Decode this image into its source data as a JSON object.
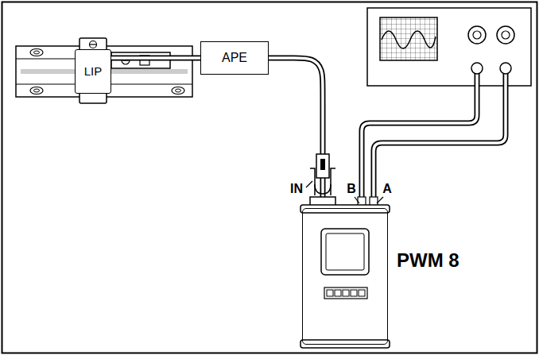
{
  "diagram": {
    "nodes": [
      {
        "text": [
          "LIP"
        ]
      },
      {
        "text": [
          "APE"
        ]
      },
      {
        "text": [
          "PWM 8"
        ]
      }
    ],
    "edges": [
      {
        "from": 0,
        "to": 1,
        "arrow": "none"
      },
      {
        "from": 1,
        "to": 2,
        "arrow": "none"
      }
    ],
    "labels": [
      "IN",
      "B",
      "A"
    ]
  }
}
